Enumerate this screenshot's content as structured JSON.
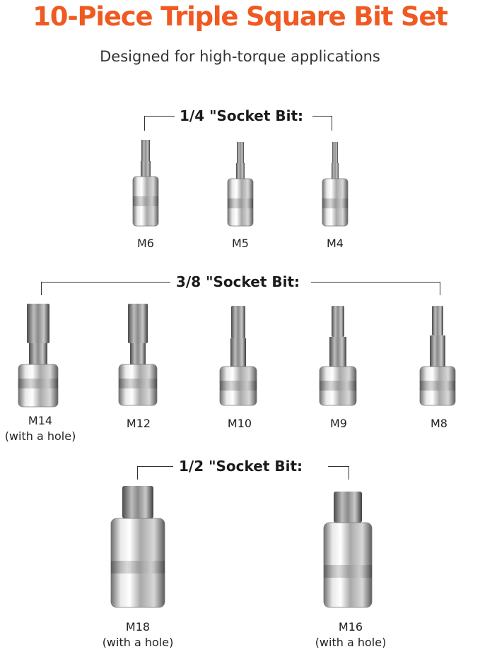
{
  "title": "10-Piece Triple Square Bit Set",
  "subtitle": "Designed for high-torque applications",
  "groups": [
    {
      "title": "1/4 \"Socket Bit:",
      "bits": [
        {
          "size": "M6",
          "note": ""
        },
        {
          "size": "M5",
          "note": ""
        },
        {
          "size": "M4",
          "note": ""
        }
      ]
    },
    {
      "title": "3/8 \"Socket Bit:",
      "bits": [
        {
          "size": "M14",
          "note": "(with a hole)"
        },
        {
          "size": "M12",
          "note": ""
        },
        {
          "size": "M10",
          "note": ""
        },
        {
          "size": "M9",
          "note": ""
        },
        {
          "size": "M8",
          "note": ""
        }
      ]
    },
    {
      "title": "1/2 \"Socket Bit:",
      "bits": [
        {
          "size": "M18",
          "note": "(with a hole)"
        },
        {
          "size": "M16",
          "note": "(with a hole)"
        }
      ]
    }
  ],
  "colors": {
    "accent": "#f05a22",
    "text": "#222222"
  }
}
